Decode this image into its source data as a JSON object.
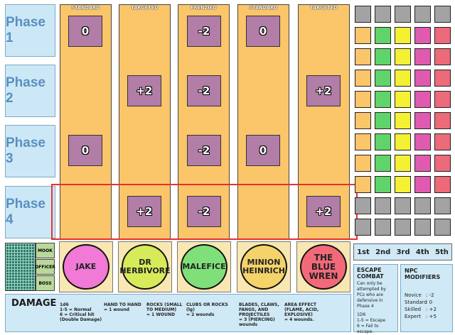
{
  "phases": [
    "Phase 1",
    "Phase 2",
    "Phase 3",
    "Phase 4"
  ],
  "columns": [
    {
      "header": "STANDARD",
      "mods": [
        "0",
        "",
        "0",
        ""
      ]
    },
    {
      "header": "TARGETED",
      "mods": [
        "",
        "+2",
        "",
        "+2"
      ]
    },
    {
      "header": "FRENZIED",
      "mods": [
        "-2",
        "-2",
        "-2",
        "-2"
      ]
    },
    {
      "header": "STANDARD",
      "mods": [
        "0",
        "",
        "0",
        ""
      ]
    },
    {
      "header": "TARGETED",
      "mods": [
        "",
        "+2",
        "",
        "+2"
      ]
    }
  ],
  "tokens": [
    {
      "name": "JAKE",
      "color": "#f07ad6"
    },
    {
      "name": "DR HERBIVORE",
      "color": "#d6ea5a"
    },
    {
      "name": "MALEFICE",
      "color": "#7fe07a"
    },
    {
      "name": "MINION HEINRICH",
      "color": "#f4d36a"
    },
    {
      "name": "THE BLUE WREN",
      "color": "#f26a7a"
    }
  ],
  "track_labels": [
    "MOOK",
    "OFFICER",
    "BOSS"
  ],
  "initiative_order": [
    "1st",
    "2nd",
    "3rd",
    "4th",
    "5th"
  ],
  "grid_colors": {
    "grey": "#a3a3a3",
    "orange": "#fbc56a",
    "green": "#5fd46a",
    "yellow": "#f4f034",
    "magenta": "#e05bb0",
    "red": "#ec6a79"
  },
  "escape_combat": {
    "title": "ESCAPE COMBAT",
    "body": "Can only be attempted by PCs who are defensive in Phase 4",
    "roll": "1D6",
    "result1": "1-5 = Escape",
    "result2": "6 = Fail to escape."
  },
  "npc_modifiers": {
    "title": "NPC MODIFIERS",
    "rows": [
      {
        "label": "Novice",
        "value": ": -2"
      },
      {
        "label": "Standard",
        "value": ": 0"
      },
      {
        "label": "Skilled",
        "value": ": +2"
      },
      {
        "label": "Expert",
        "value": ": +5"
      }
    ]
  },
  "damage": {
    "title": "DAMAGE",
    "cols": [
      {
        "a": "1d6",
        "b": "1-5 = Normal",
        "c": "6 = Critical hit",
        "d": "(Double Damage)"
      },
      {
        "a": "HAND TO HAND",
        "b": "= 1 wound",
        "c": "",
        "d": ""
      },
      {
        "a": "ROCKS (SMALL",
        "b": "TO MEDIUM)",
        "c": "= 1 WOUND",
        "d": ""
      },
      {
        "a": "CLUBS OR ROCKS (lg)",
        "b": "= 2 wounds",
        "c": "",
        "d": ""
      },
      {
        "a": "BLADES, CLAWS,",
        "b": "FANGS, AND",
        "c": "PROJECTILES",
        "d": "= 3 (PIERCING) wounds"
      },
      {
        "a": "AREA EFFECT",
        "b": "(FLAME, ACID,",
        "c": "EXPLOSIVE)",
        "d": "= 4 wounds."
      }
    ]
  }
}
